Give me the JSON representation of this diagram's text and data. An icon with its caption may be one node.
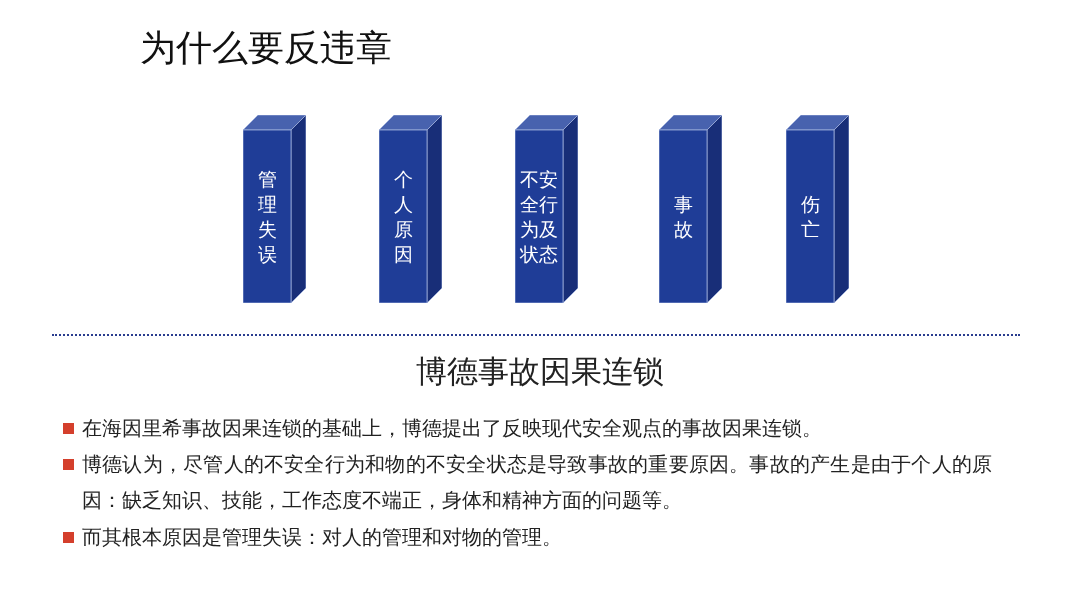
{
  "diagram": {
    "title": "为什么要反违章",
    "nodes": [
      {
        "text": [
          "管理失误"
        ]
      },
      {
        "text": [
          "个人原因"
        ]
      },
      {
        "text": [
          "不安全行为及状态"
        ]
      },
      {
        "text": [
          "事故"
        ]
      },
      {
        "text": [
          "伤亡"
        ]
      }
    ],
    "labels": [
      "博德事故因果连锁",
      "在海因里希事故因果连锁的基础上，博德提出了反映现代安全观点的事故因果连锁。",
      "博德认为，尽管人的不安全行为和物的不安全状态是导致事故的重要原因。事故的产生是由于个人的原因：缺乏知识、技能，工作态度不端正，身体和精神方面的问题等。",
      "而其根本原因是管理失误：对人的管理和对物的管理。"
    ]
  }
}
